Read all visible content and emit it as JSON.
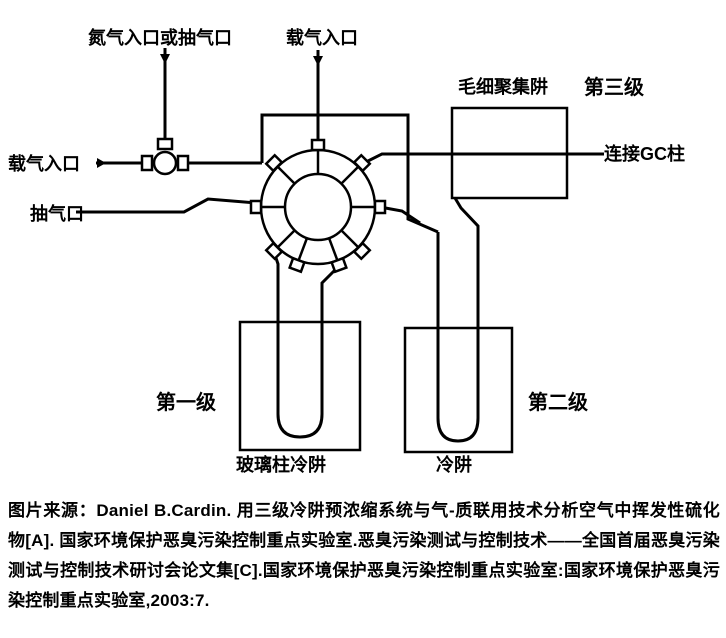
{
  "diagram": {
    "labels": {
      "nitrogen_inlet": "氮气入口或抽气口",
      "carrier_gas_inlet_top": "载气入口",
      "carrier_gas_inlet_left": "载气入口",
      "pump_port": "抽气口",
      "capillary_trap": "毛细聚集阱",
      "stage3": "第三级",
      "gc_column": "连接GC柱",
      "stage1": "第一级",
      "stage2": "第二级",
      "glass_column_cold_trap": "玻璃柱冷阱",
      "cold_trap": "冷阱"
    },
    "colors": {
      "stage_label": "#e8000d",
      "line": "#000000"
    }
  },
  "caption": {
    "text": "图片来源：Daniel B.Cardin. 用三级冷阱预浓缩系统与气-质联用技术分析空气中挥发性硫化物[A]. 国家环境保护恶臭污染控制重点实验室.恶臭污染测试与控制技术——全国首届恶臭污染测试与控制技术研讨会论文集[C].国家环境保护恶臭污染控制重点实验室:国家环境保护恶臭污染控制重点实验室,2003:7."
  }
}
